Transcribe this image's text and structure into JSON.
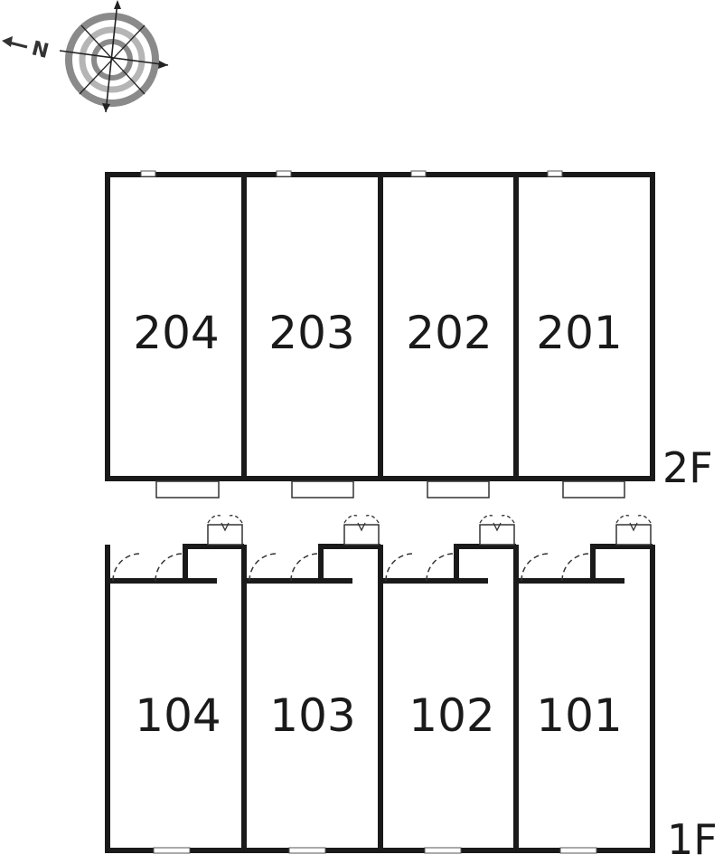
{
  "compass": {
    "north_label": "N",
    "icon": "compass-rose-icon"
  },
  "floors": [
    {
      "label": "2F",
      "units": [
        "204",
        "203",
        "202",
        "201"
      ]
    },
    {
      "label": "1F",
      "units": [
        "104",
        "103",
        "102",
        "101"
      ]
    }
  ],
  "colors": {
    "wall": "#1a1a1a",
    "line": "#222222",
    "compass_ring": "#999999",
    "background": "#ffffff"
  }
}
